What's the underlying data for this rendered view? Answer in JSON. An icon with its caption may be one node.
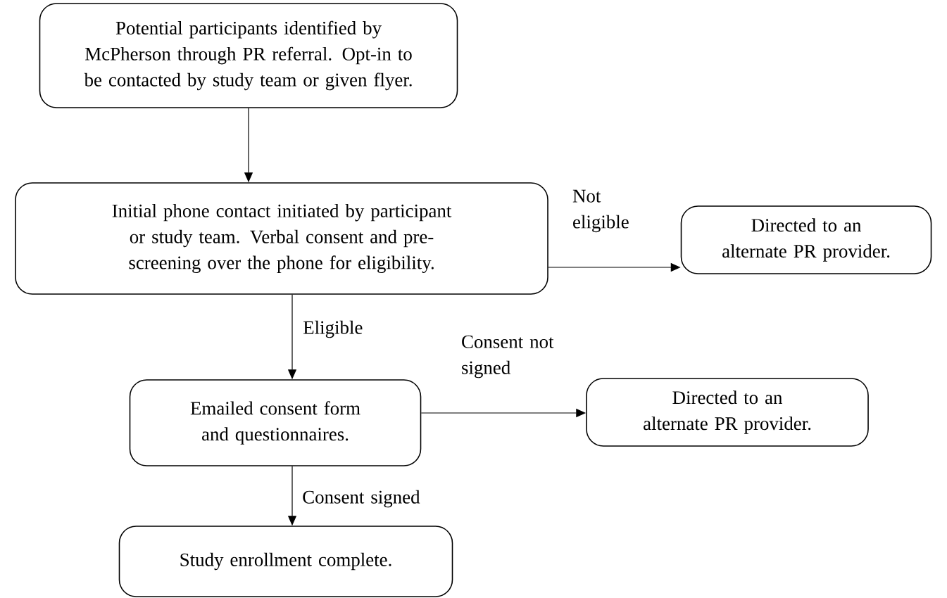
{
  "diagram": {
    "nodes": [
      {
        "text": [
          "Potential participants identified by McPherson through PR referral. Opt-in to be contacted by study team or given flyer."
        ]
      },
      {
        "text": [
          "Initial phone contact initiated by participant or study team. Verbal consent and pre-screening over the phone for eligibility."
        ]
      },
      {
        "text": [
          "Directed to an alternate PR provider."
        ]
      },
      {
        "text": [
          "Emailed consent form and questionnaires."
        ]
      },
      {
        "text": [
          "Directed to an alternate PR provider."
        ]
      },
      {
        "text": [
          "Study enrollment complete."
        ]
      }
    ],
    "edges": [
      {
        "from": 0,
        "to": 1,
        "arrow": "to"
      },
      {
        "from": 1,
        "to": 2,
        "arrow": "to",
        "label": "Not eligible"
      },
      {
        "from": 1,
        "to": 3,
        "arrow": "to",
        "label": "Eligible"
      },
      {
        "from": 3,
        "to": 4,
        "arrow": "to",
        "label": "Consent not signed"
      },
      {
        "from": 3,
        "to": 5,
        "arrow": "to",
        "label": "Consent signed"
      }
    ]
  }
}
